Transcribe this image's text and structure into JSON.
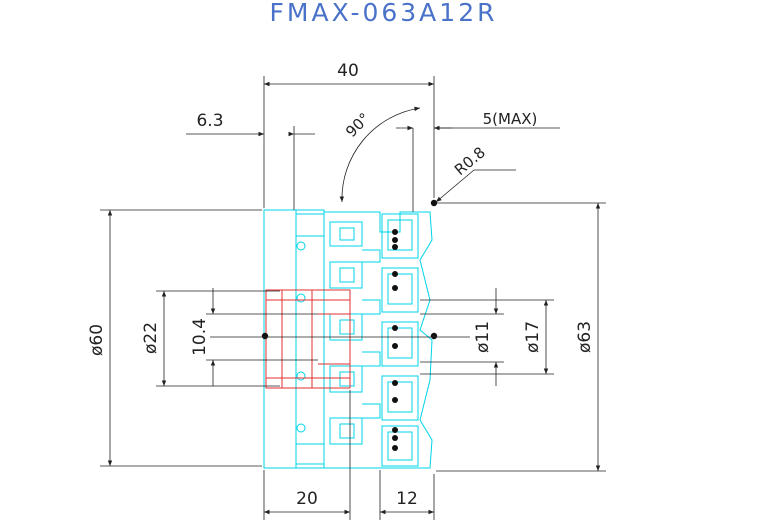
{
  "title": "FMAX-063A12R",
  "dimensions": {
    "overall_length": "40",
    "flange_offset": "6.3",
    "angle": "90°",
    "max_protrusion": "5(MAX)",
    "corner_radius": "R0.8",
    "body_diameter": "ø60",
    "bore_diameter": "ø22",
    "keyway_width": "10.4",
    "inner_diameter_1": "ø11",
    "inner_diameter_2": "ø17",
    "cutting_diameter": "ø63",
    "bottom_length_1": "20",
    "bottom_length_2": "12"
  },
  "colors": {
    "title": "#4a72c8",
    "body_outline": "#00d4e8",
    "bore_outline": "#e03030",
    "dimension_lines": "#222222"
  }
}
